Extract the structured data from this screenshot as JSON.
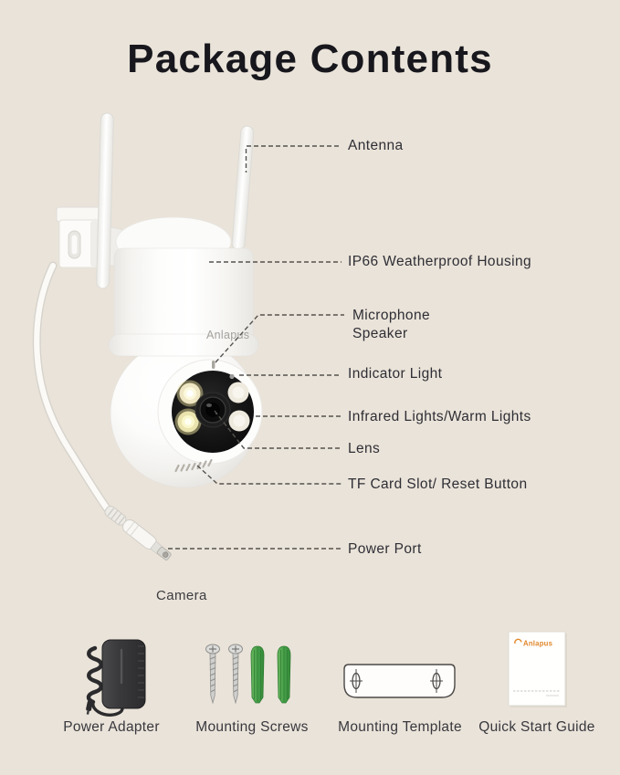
{
  "title": "Package Contents",
  "camera": {
    "caption": "Camera",
    "brand": "Anlapus",
    "labels": {
      "antenna": "Antenna",
      "housing": "IP66 Weatherproof Housing",
      "microphone": "Microphone",
      "speaker": "Speaker",
      "indicator": "Indicator Light",
      "infrared": "Infrared Lights/Warm Lights",
      "lens": "Lens",
      "tf_card": "TF Card Slot/ Reset Button",
      "power_port": "Power Port"
    }
  },
  "accessories": {
    "power_adapter": "Power Adapter",
    "mounting_screws": "Mounting Screws",
    "mounting_template": "Mounting Template",
    "quick_start_guide": "Quick Start Guide",
    "guide_brand": "Anlapus"
  },
  "colors": {
    "background": "#eae3d9",
    "text_dark": "#2e2e35",
    "anchor_green": "#46a14a",
    "brand_orange": "#e2892b",
    "adapter_black": "#2c2c2e"
  }
}
